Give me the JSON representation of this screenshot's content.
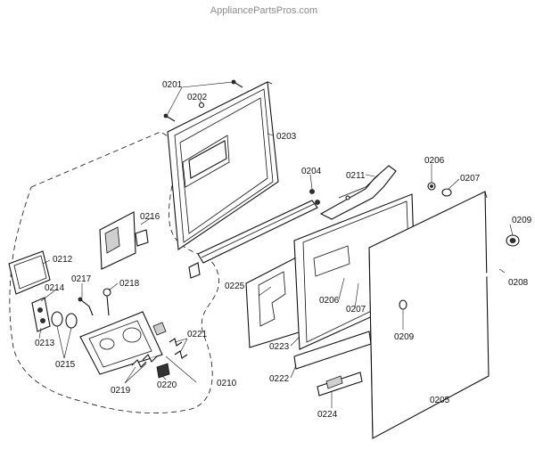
{
  "watermark": "AppliancePartsPros.com",
  "parts": {
    "p0201": "0201",
    "p0202": "0202",
    "p0203": "0203",
    "p0204": "0204",
    "p0205": "0205",
    "p0206a": "0206",
    "p0206b": "0206",
    "p0207a": "0207",
    "p0207b": "0207",
    "p0208": "0208",
    "p0209a": "0209",
    "p0209b": "0209",
    "p0210": "0210",
    "p0211": "0211",
    "p0212": "0212",
    "p0213": "0213",
    "p0214": "0214",
    "p0215": "0215",
    "p0216": "0216",
    "p0217": "0217",
    "p0218": "0218",
    "p0219": "0219",
    "p0220": "0220",
    "p0221": "0221",
    "p0222": "0222",
    "p0223": "0223",
    "p0224": "0224",
    "p0225": "0225"
  }
}
